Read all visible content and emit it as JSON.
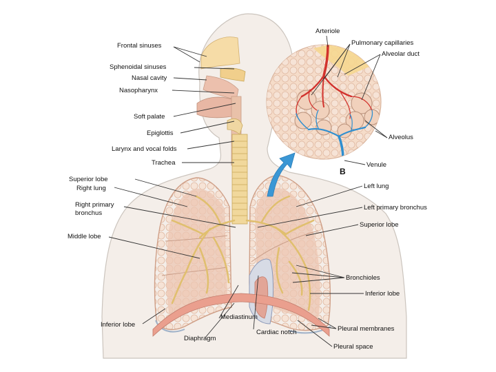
{
  "labels": {
    "frontal_sinuses": "Frontal sinuses",
    "sphenoidal_sinuses": "Sphenoidal sinuses",
    "nasal_cavity": "Nasal cavity",
    "nasopharynx": "Nasopharynx",
    "soft_palate": "Soft palate",
    "epiglottis": "Epiglottis",
    "larynx_vocal_folds": "Larynx and vocal folds",
    "trachea": "Trachea",
    "superior_lobe_right": "Superior lobe",
    "right_lung": "Right lung",
    "right_primary_bronchus_line1": "Right primary",
    "right_primary_bronchus_line2": "bronchus",
    "middle_lobe": "Middle lobe",
    "inferior_lobe_right": "Inferior lobe",
    "diaphragm": "Diaphragm",
    "mediastinum": "Mediastinum",
    "cardiac_notch": "Cardiac notch",
    "pleural_space": "Pleural space",
    "pleural_membranes": "Pleural membranes",
    "inferior_lobe_left": "Inferior lobe",
    "bronchioles": "Bronchioles",
    "superior_lobe_left": "Superior lobe",
    "left_primary_bronchus": "Left primary bronchus",
    "left_lung": "Left lung",
    "arteriole": "Arteriole",
    "pulmonary_capillaries": "Pulmonary capillaries",
    "alveolar_duct": "Alveolar duct",
    "alveolus": "Alveolus",
    "venule": "Venule"
  },
  "panel_letter": "B",
  "colors": {
    "body_outline": "#c9c3bd",
    "skin": "#f3ece6",
    "lung_fill": "#ecc6b2",
    "lung_edge": "#cf9f87",
    "airway": "#efd79a",
    "airway_edge": "#c9a85a",
    "artery_red": "#d2322d",
    "vein_blue": "#2f8fd0",
    "leader_line": "#333333"
  }
}
